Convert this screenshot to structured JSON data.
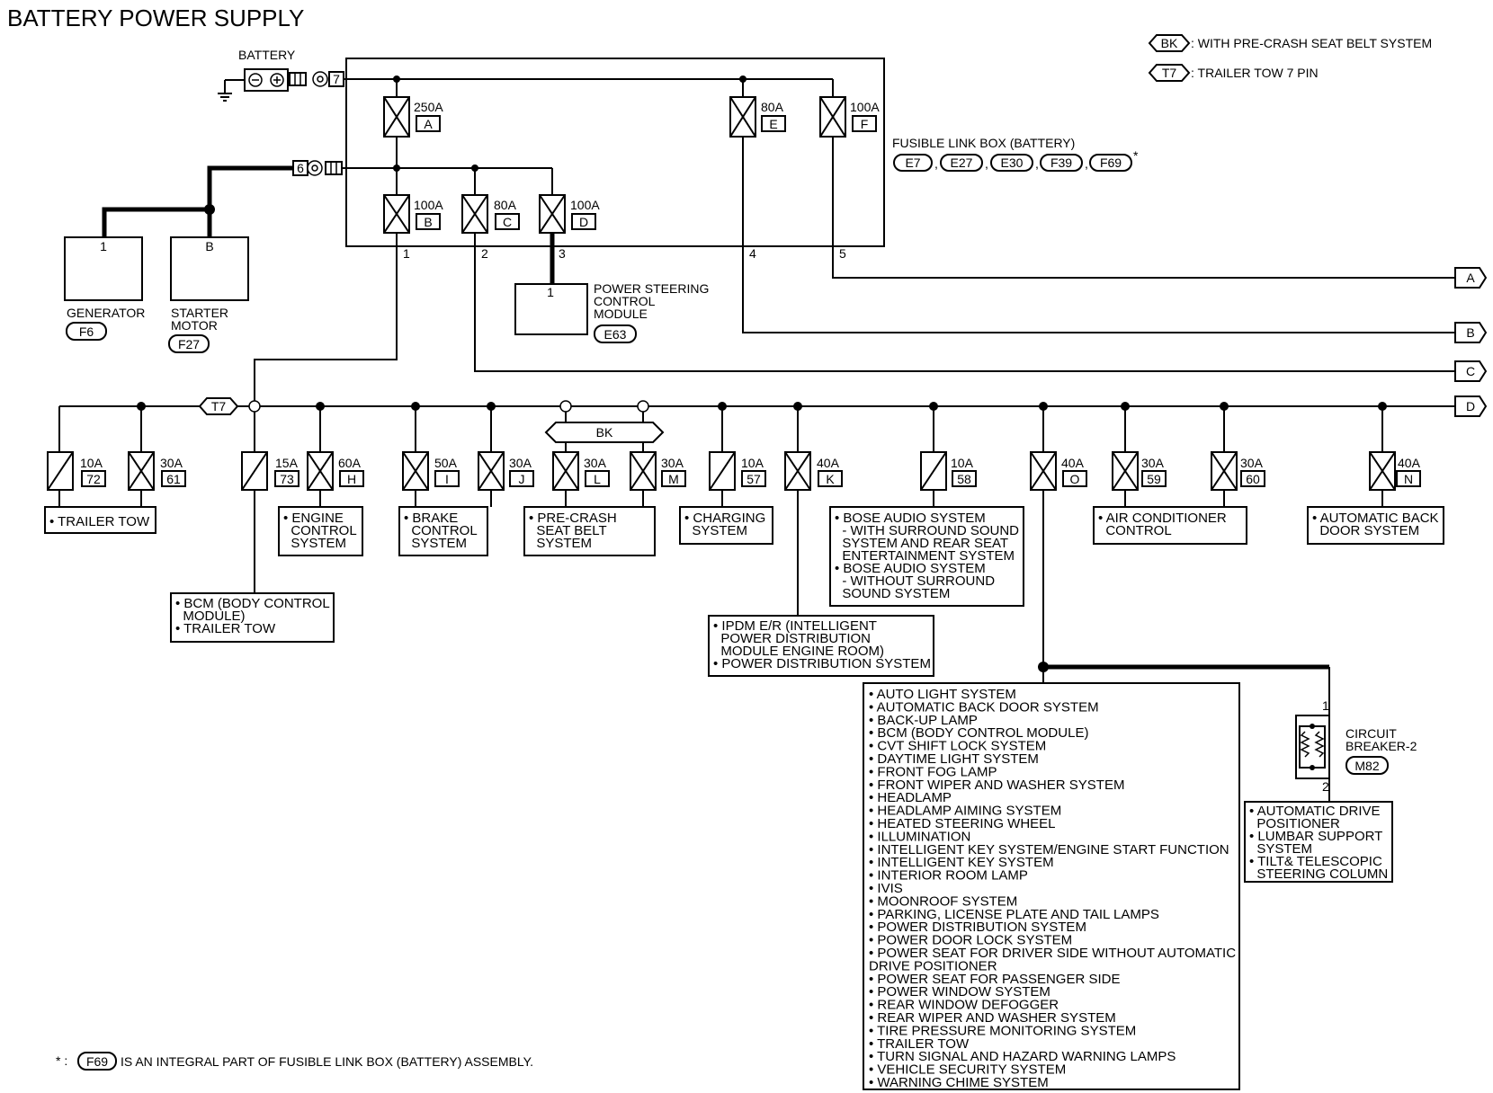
{
  "title": "BATTERY POWER SUPPLY",
  "legend": [
    {
      "tag": "BK",
      "text": ": WITH PRE-CRASH SEAT BELT SYSTEM"
    },
    {
      "tag": "T7",
      "text": ": TRAILER TOW 7 PIN"
    }
  ],
  "battery": {
    "label": "BATTERY",
    "terminal_top": "7",
    "terminal_bottom": "6"
  },
  "fusible_link_box": {
    "label": "FUSIBLE LINK BOX (BATTERY)",
    "connectors": [
      "E7",
      "E27",
      "E30",
      "F39",
      "F69"
    ],
    "asterisk": "*",
    "links": [
      {
        "amp": "250A",
        "id": "A"
      },
      {
        "amp": "100A",
        "id": "B"
      },
      {
        "amp": "80A",
        "id": "C"
      },
      {
        "amp": "100A",
        "id": "D"
      },
      {
        "amp": "80A",
        "id": "E"
      },
      {
        "amp": "100A",
        "id": "F"
      }
    ],
    "pins": [
      "1",
      "2",
      "3",
      "4",
      "5"
    ]
  },
  "generator": {
    "pin": "1",
    "label": "GENERATOR",
    "connector": "F6"
  },
  "starter": {
    "pin": "B",
    "label1": "STARTER",
    "label2": "MOTOR",
    "connector": "F27"
  },
  "psc": {
    "pin": "1",
    "label1": "POWER STEERING",
    "label2": "CONTROL",
    "label3": "MODULE",
    "connector": "E63"
  },
  "outputs": [
    "A",
    "B",
    "C",
    "D"
  ],
  "bus_tags": {
    "t7": "T7",
    "bk": "BK"
  },
  "fuses": [
    {
      "amp": "10A",
      "id": "72"
    },
    {
      "amp": "30A",
      "id": "61"
    },
    {
      "amp": "15A",
      "id": "73"
    },
    {
      "amp": "60A",
      "id": "H"
    },
    {
      "amp": "50A",
      "id": "I"
    },
    {
      "amp": "30A",
      "id": "J"
    },
    {
      "amp": "30A",
      "id": "L"
    },
    {
      "amp": "30A",
      "id": "M"
    },
    {
      "amp": "10A",
      "id": "57"
    },
    {
      "amp": "40A",
      "id": "K"
    },
    {
      "amp": "10A",
      "id": "58"
    },
    {
      "amp": "40A",
      "id": "O"
    },
    {
      "amp": "30A",
      "id": "59"
    },
    {
      "amp": "30A",
      "id": "60"
    },
    {
      "amp": "40A",
      "id": "N"
    }
  ],
  "loads": {
    "trailer_tow": [
      "• TRAILER TOW"
    ],
    "bcm": [
      "• BCM (BODY CONTROL",
      "  MODULE)",
      "• TRAILER TOW"
    ],
    "ecs": [
      "• ENGINE",
      "  CONTROL",
      "  SYSTEM"
    ],
    "brake": [
      "• BRAKE",
      "  CONTROL",
      "  SYSTEM"
    ],
    "precrash": [
      "• PRE-CRASH",
      "  SEAT BELT",
      "  SYSTEM"
    ],
    "charging": [
      "• CHARGING",
      "  SYSTEM"
    ],
    "ipdm": [
      "• IPDM E/R (INTELLIGENT",
      "  POWER DISTRIBUTION",
      "  MODULE ENGINE ROOM)",
      "• POWER DISTRIBUTION SYSTEM"
    ],
    "bose": [
      "• BOSE AUDIO SYSTEM",
      "  - WITH SURROUND SOUND",
      "  SYSTEM AND REAR SEAT",
      "  ENTERTAINMENT SYSTEM",
      "• BOSE AUDIO SYSTEM",
      "  - WITHOUT SURROUND",
      "  SOUND SYSTEM"
    ],
    "ac": [
      "• AIR CONDITIONER",
      "  CONTROL"
    ],
    "abd": [
      "• AUTOMATIC BACK",
      "  DOOR SYSTEM"
    ],
    "big": [
      "• AUTO LIGHT SYSTEM",
      "• AUTOMATIC BACK DOOR SYSTEM",
      "• BACK-UP LAMP",
      "• BCM (BODY CONTROL MODULE)",
      "• CVT SHIFT LOCK SYSTEM",
      "• DAYTIME LIGHT SYSTEM",
      "• FRONT FOG LAMP",
      "• FRONT WIPER AND WASHER SYSTEM",
      "• HEADLAMP",
      "• HEADLAMP AIMING SYSTEM",
      "• HEATED STEERING WHEEL",
      "• ILLUMINATION",
      "• INTELLIGENT KEY SYSTEM/ENGINE START FUNCTION",
      "• INTELLIGENT KEY SYSTEM",
      "• INTERIOR ROOM LAMP",
      "• IVIS",
      "• MOONROOF SYSTEM",
      "• PARKING, LICENSE PLATE AND TAIL LAMPS",
      "• POWER DISTRIBUTION SYSTEM",
      "• POWER DOOR LOCK SYSTEM",
      "• POWER SEAT FOR DRIVER SIDE WITHOUT AUTOMATIC",
      "  DRIVE POSITIONER",
      "• POWER SEAT FOR PASSENGER SIDE",
      "• POWER WINDOW SYSTEM",
      "• REAR WINDOW DEFOGGER",
      "• REAR WIPER AND WASHER SYSTEM",
      "• TIRE PRESSURE MONITORING SYSTEM",
      "• TRAILER TOW",
      "• TURN SIGNAL AND HAZARD WARNING LAMPS",
      "• VEHICLE SECURITY SYSTEM",
      "• WARNING CHIME SYSTEM"
    ],
    "adp": [
      "• AUTOMATIC DRIVE",
      "  POSITIONER",
      "• LUMBAR SUPPORT",
      "  SYSTEM",
      "• TILT& TELESCOPIC",
      "  STEERING COLUMN"
    ]
  },
  "circuit_breaker": {
    "pin1": "1",
    "pin2": "2",
    "label1": "CIRCUIT",
    "label2": "BREAKER-2",
    "connector": "M82"
  },
  "footnote": {
    "star": "* :",
    "connector": "F69",
    "text": "IS AN INTEGRAL PART OF FUSIBLE LINK BOX (BATTERY) ASSEMBLY."
  }
}
